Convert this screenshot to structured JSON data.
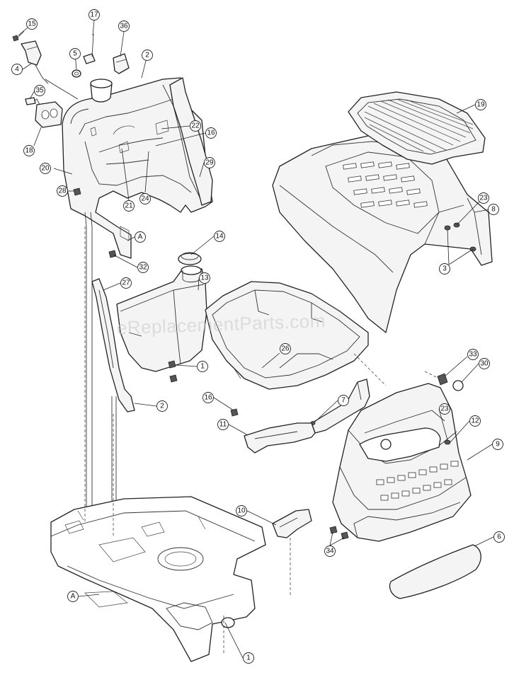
{
  "watermark": "eReplacementParts.com",
  "callouts": [
    {
      "id": "c15a",
      "label": "15"
    },
    {
      "id": "c4",
      "label": "4"
    },
    {
      "id": "c5",
      "label": "5"
    },
    {
      "id": "c17",
      "label": "17"
    },
    {
      "id": "c36",
      "label": "36"
    },
    {
      "id": "c2a",
      "label": "2"
    },
    {
      "id": "c35",
      "label": "35"
    },
    {
      "id": "c18",
      "label": "18"
    },
    {
      "id": "c22",
      "label": "22"
    },
    {
      "id": "c16a",
      "label": "16"
    },
    {
      "id": "c20",
      "label": "20"
    },
    {
      "id": "c29",
      "label": "29"
    },
    {
      "id": "c28",
      "label": "28"
    },
    {
      "id": "c21",
      "label": "21"
    },
    {
      "id": "c24",
      "label": "24"
    },
    {
      "id": "cA1",
      "label": "A"
    },
    {
      "id": "c32",
      "label": "32"
    },
    {
      "id": "c14",
      "label": "14"
    },
    {
      "id": "c13",
      "label": "13"
    },
    {
      "id": "c27",
      "label": "27"
    },
    {
      "id": "c1a",
      "label": "1"
    },
    {
      "id": "c26",
      "label": "26"
    },
    {
      "id": "c16b",
      "label": "16"
    },
    {
      "id": "c2b",
      "label": "2"
    },
    {
      "id": "c7",
      "label": "7"
    },
    {
      "id": "c11",
      "label": "11"
    },
    {
      "id": "c19",
      "label": "19"
    },
    {
      "id": "c23a",
      "label": "23"
    },
    {
      "id": "c8",
      "label": "8"
    },
    {
      "id": "c3",
      "label": "3"
    },
    {
      "id": "c33",
      "label": "33"
    },
    {
      "id": "c30",
      "label": "30"
    },
    {
      "id": "c23b",
      "label": "23"
    },
    {
      "id": "c12",
      "label": "12"
    },
    {
      "id": "c9",
      "label": "9"
    },
    {
      "id": "c10",
      "label": "10"
    },
    {
      "id": "c34",
      "label": "34"
    },
    {
      "id": "c6",
      "label": "6"
    },
    {
      "id": "cA2",
      "label": "A"
    },
    {
      "id": "c1b",
      "label": "1"
    }
  ]
}
